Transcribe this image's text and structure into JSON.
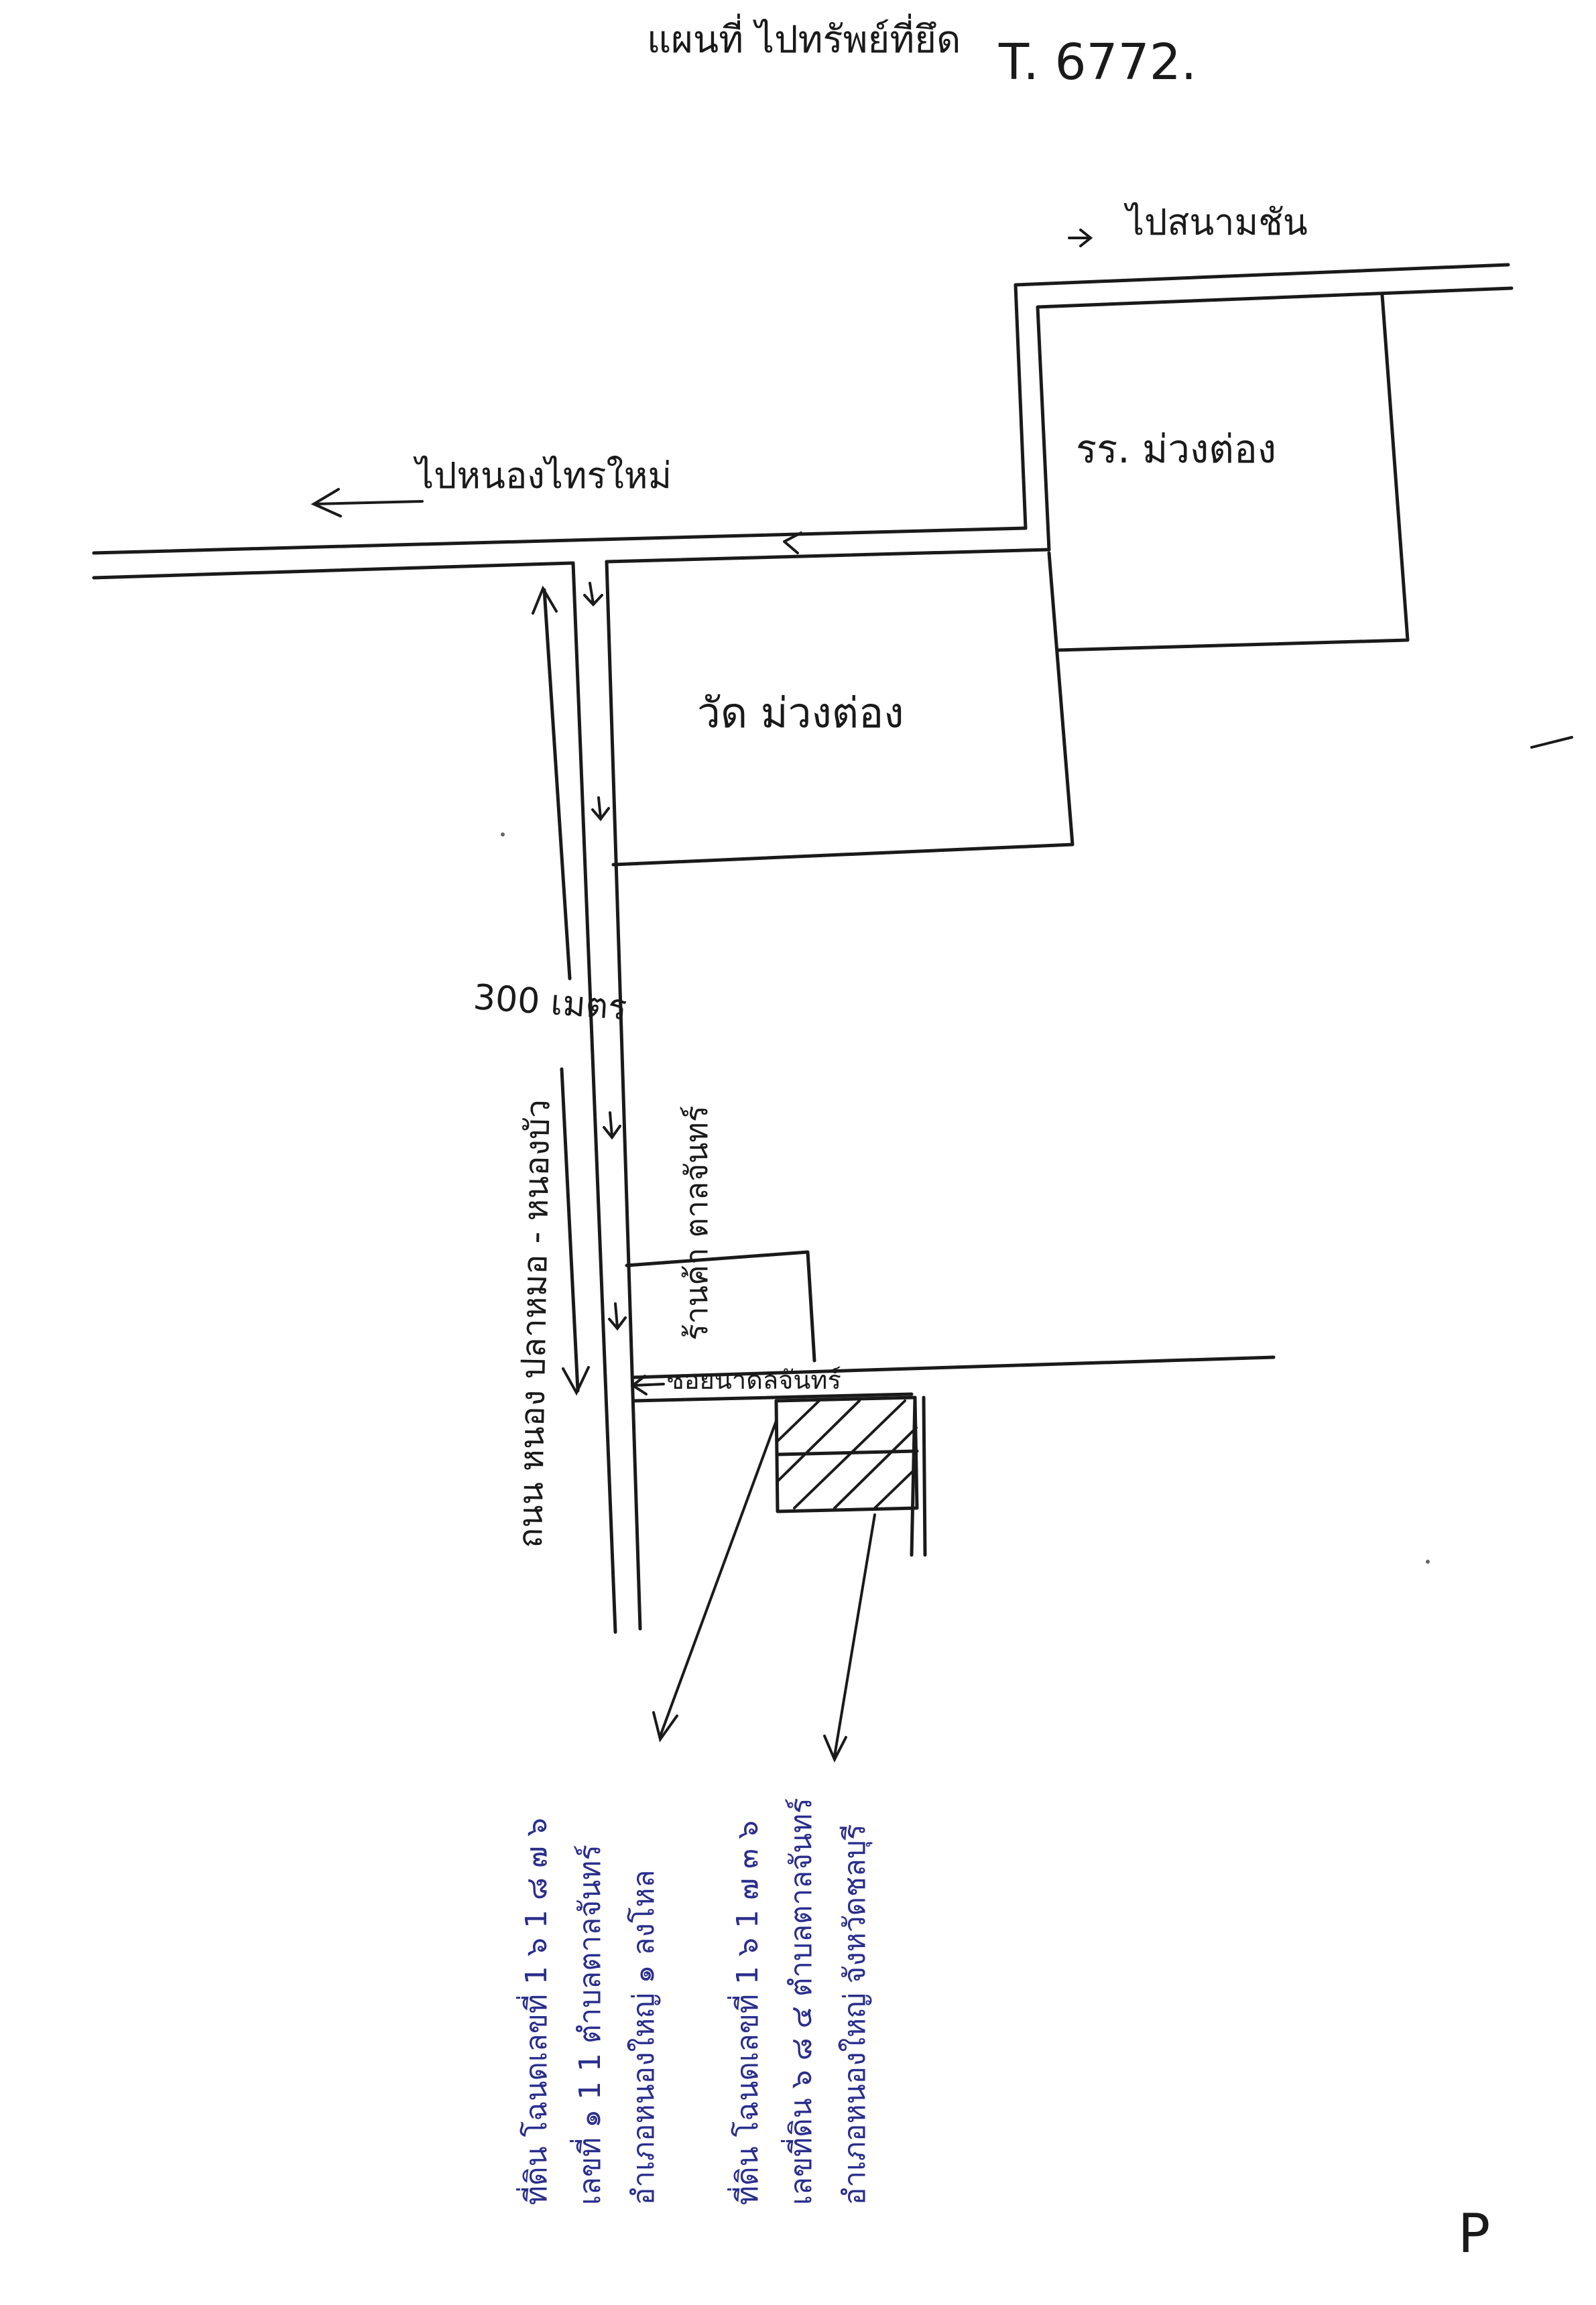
{
  "header": {
    "title": "แผนที่ ไปทรัพย์ที่ยึด",
    "code": "T. 6772."
  },
  "directions": {
    "to_top_right": "ไปสนามชัน",
    "to_left": "ไปหนองไทรใหม่"
  },
  "buildings": {
    "school": "รร. ม่วงต่อง",
    "temple": "วัด ม่วงต่อง",
    "shop": "ร้านค้า ตาลจันทร์"
  },
  "roads": {
    "distance_label": "300 เมตร",
    "main_road_label": "ถนน หนอง ปลาหมอ - หนองบัว",
    "soi_label": "ซอยนาดลจันทร์"
  },
  "parcel_notes": [
    {
      "lines": [
        "ที่ดิน โฉนดเลขที่ 1 ๖ 1 ๘ ๗ ๖",
        "เลขที่ ๑ 1 1  ตำบลตาลจันทร์",
        "อำเภอหนองใหญ่  ๑ ลงโหล"
      ]
    },
    {
      "lines": [
        "ที่ดิน โฉนดเลขที่ 1 ๖ 1 ๗ ๓ ๖",
        "เลขที่ดิน ๖ ๘ ๔  ตำบลตาลจันทร์",
        "อำเภอหนองใหญ่  จังหวัดชลบุรี"
      ]
    }
  ],
  "corner_mark": "P"
}
